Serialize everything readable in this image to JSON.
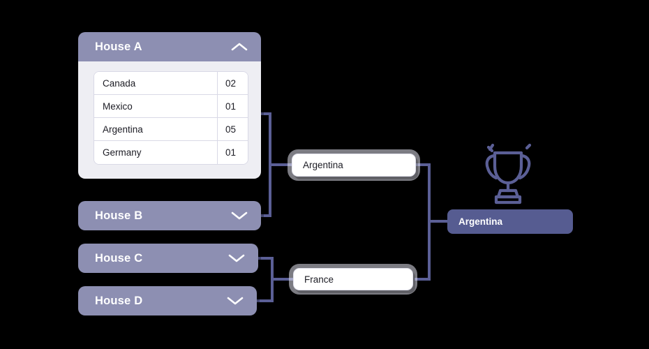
{
  "theme": {
    "background": "#000000",
    "panel_header": "#8d8fb2",
    "panel_body": "#eeeef3",
    "connector": "#5b5f96",
    "winner_fill": "#565c91",
    "box_fill": "#ffffff",
    "text_dark": "#1c1c24",
    "text_light": "#ffffff",
    "border": "#d9d9e6"
  },
  "bracket": {
    "houses": [
      {
        "id": "house-a",
        "label": "House A",
        "expanded": true,
        "chevron": "chevron-up-icon",
        "teams": [
          {
            "name": "Canada",
            "score": "02"
          },
          {
            "name": "Mexico",
            "score": "01"
          },
          {
            "name": "Argentina",
            "score": "05"
          },
          {
            "name": "Germany",
            "score": "01"
          }
        ]
      },
      {
        "id": "house-b",
        "label": "House B",
        "expanded": false,
        "chevron": "chevron-down-icon",
        "teams": []
      },
      {
        "id": "house-c",
        "label": "House C",
        "expanded": false,
        "chevron": "chevron-down-icon",
        "teams": []
      },
      {
        "id": "house-d",
        "label": "House D",
        "expanded": false,
        "chevron": "chevron-down-icon",
        "teams": []
      }
    ],
    "semifinals": [
      {
        "id": "semi-top",
        "label": "Argentina",
        "sources": [
          "House A",
          "House B"
        ]
      },
      {
        "id": "semi-bottom",
        "label": "France",
        "sources": [
          "House C",
          "House D"
        ]
      }
    ],
    "final": {
      "id": "final-winner",
      "label": "Argentina",
      "icon": "trophy-icon",
      "sources": [
        "Argentina",
        "France"
      ]
    }
  }
}
